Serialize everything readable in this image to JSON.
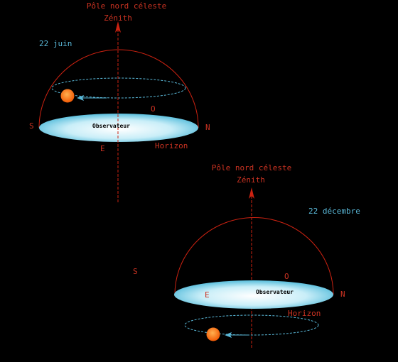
{
  "diagram_june": {
    "date": "22 juin",
    "pole_label": "Pôle nord céleste",
    "zenith_label": "Zénith",
    "observer_label": "Observateur",
    "horizon_label": "Horizon",
    "south": "S",
    "north": "N",
    "east": "E",
    "west": "O"
  },
  "diagram_december": {
    "date": "22 décembre",
    "pole_label": "Pôle nord céleste",
    "zenith_label": "Zénith",
    "observer_label": "Observateur",
    "horizon_label": "Horizon",
    "south": "S",
    "north": "N",
    "east": "E",
    "west": "O"
  },
  "colors": {
    "background": "#000000",
    "label_red": "#cc3322",
    "label_blue": "#5ab8d8",
    "dome": "#cc2211",
    "sun": "#ff6a10",
    "sun_path": "#5ab8d8"
  }
}
